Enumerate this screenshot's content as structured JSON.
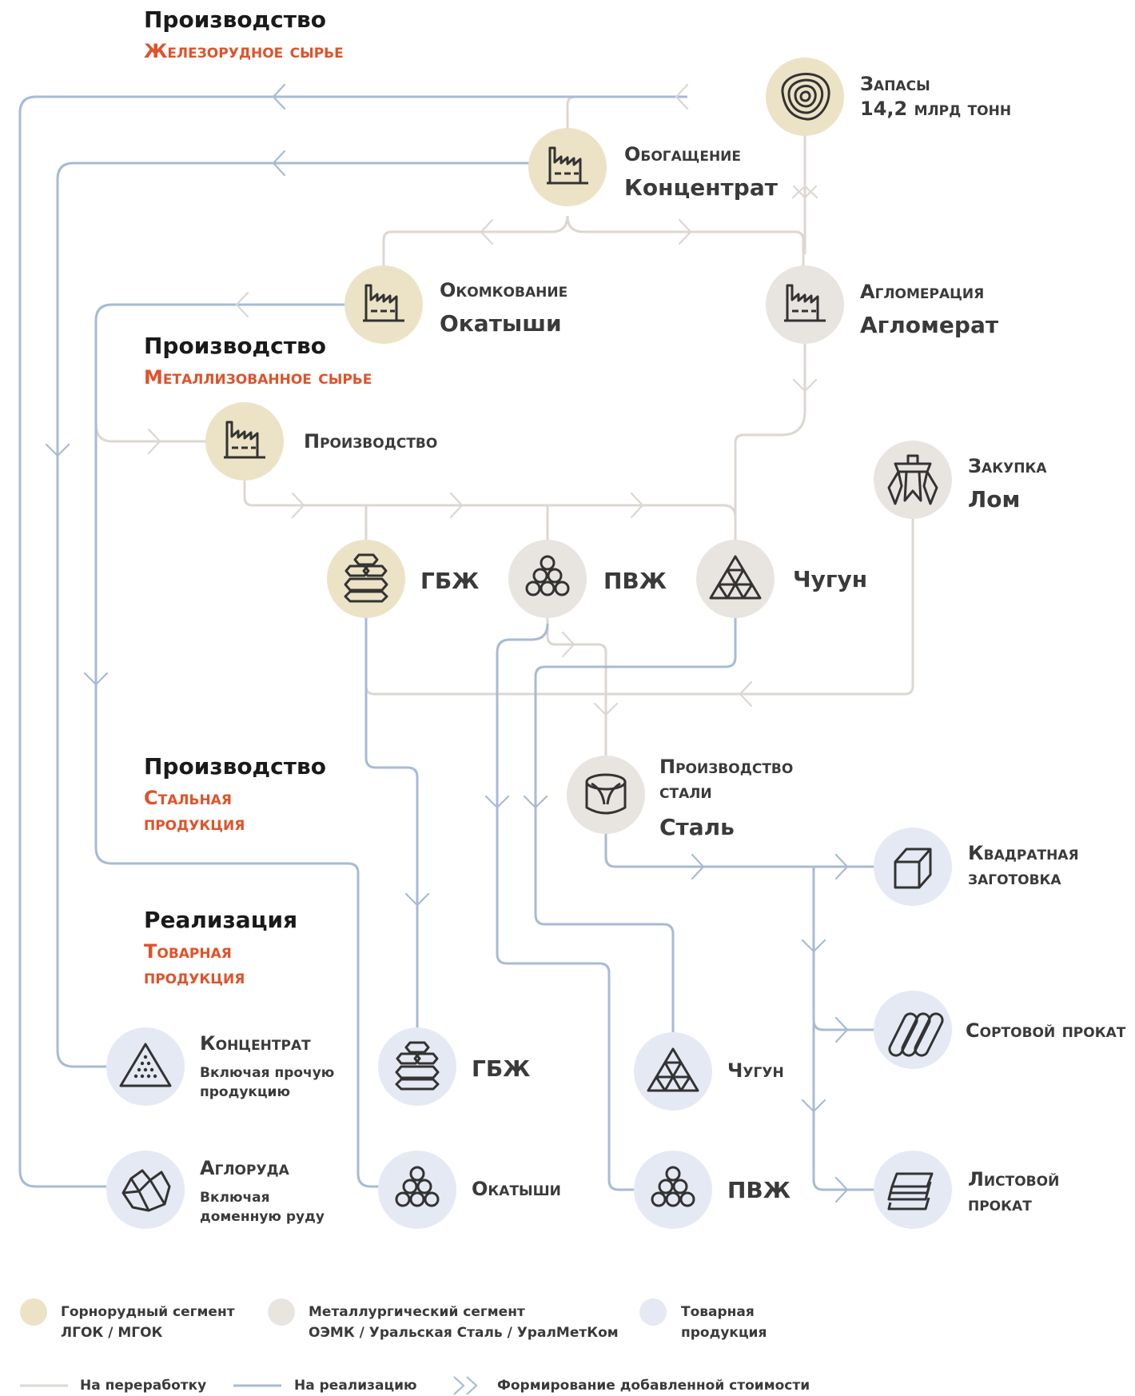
{
  "sections": {
    "iron_ore": {
      "title": "Производство",
      "subtitle": "Железорудное сырье"
    },
    "metallized": {
      "title": "Производство",
      "subtitle": "Металлизованное сырье"
    },
    "steel": {
      "title": "Производство",
      "subtitle": "Стальная продукция"
    },
    "sales": {
      "title": "Реализация",
      "subtitle": "Товарная продукция"
    }
  },
  "nodes": {
    "reserves": {
      "step": "Запасы",
      "value": "14,2 млрд тонн"
    },
    "beneficiation": {
      "step": "Обогащение",
      "product": "Концентрат"
    },
    "pelletizing": {
      "step": "Окомкование",
      "product": "Окатыши"
    },
    "sintering": {
      "step": "Агломерация",
      "product": "Агломерат"
    },
    "dri_production": {
      "step": "Производство"
    },
    "scrap": {
      "step": "Закупка",
      "product": "Лом"
    },
    "hbi": {
      "label": "ГБЖ"
    },
    "dri": {
      "label": "ПВЖ"
    },
    "pig_iron": {
      "label": "Чугун"
    },
    "steelmaking": {
      "step": "Производство стали",
      "product": "Сталь"
    },
    "billet": {
      "label": "Квадратная заготовка"
    },
    "long": {
      "label": "Сортовой прокат"
    },
    "flat": {
      "label": "Листовой прокат"
    },
    "out_concentrate": {
      "label": "Концентрат",
      "note": "Включая прочую продукцию"
    },
    "out_agloore": {
      "label": "Аглоруда",
      "note": "Включая доменную руду"
    },
    "out_hbi": {
      "label": "ГБЖ"
    },
    "out_pellets": {
      "label": "Окатыши"
    },
    "out_pig_iron": {
      "label": "Чугун"
    },
    "out_dri": {
      "label": "ПВЖ"
    }
  },
  "legend": {
    "mining": {
      "label": "Горнорудный сегмент",
      "detail": "ЛГОК / МГОК",
      "color": "#ece2c6"
    },
    "metallurgy": {
      "label": "Металлургический сегмент",
      "detail": "ОЭМК / Уральская Сталь / УралМетКом",
      "color": "#e8e5e1"
    },
    "commercial": {
      "label": "Товарная продукция",
      "color": "#e5e9f3"
    },
    "processing_line": {
      "label": "На переработку",
      "color": "#dcd7d0"
    },
    "sales_line": {
      "label": "На реализацию",
      "color": "#a8bad6"
    },
    "value_added": {
      "label": "Формирование добавленной стоимости"
    }
  }
}
